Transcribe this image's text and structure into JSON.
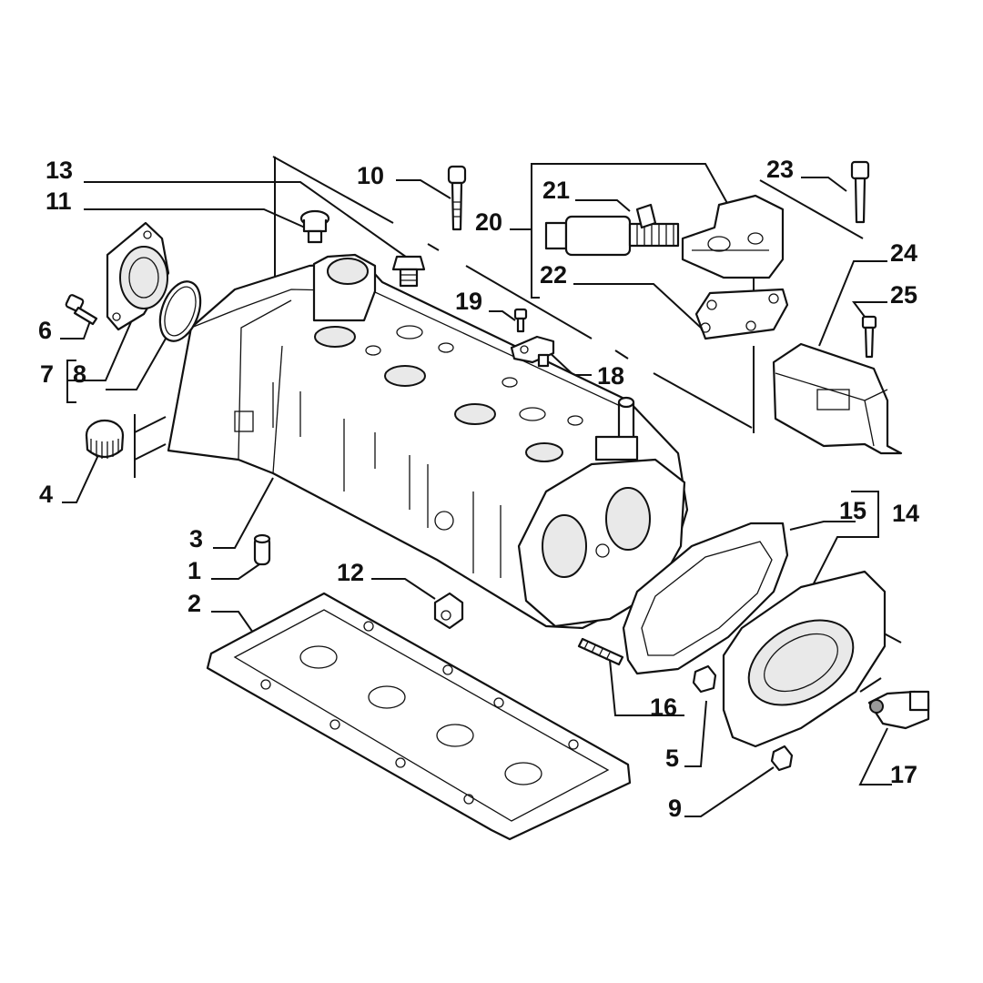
{
  "callouts": [
    "1",
    "2",
    "3",
    "4",
    "5",
    "6",
    "7",
    "8",
    "9",
    "10",
    "11",
    "12",
    "13",
    "14",
    "15",
    "16",
    "17",
    "18",
    "19",
    "20",
    "21",
    "22",
    "23",
    "24",
    "25"
  ]
}
